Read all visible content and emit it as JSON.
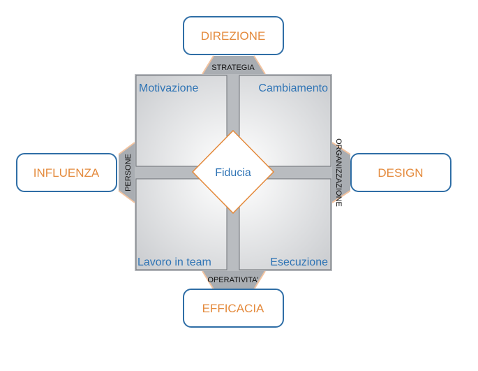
{
  "outer_boxes": {
    "top": "DIREZIONE",
    "left": "INFLUENZA",
    "right": "DESIGN",
    "bottom": "EFFICACIA"
  },
  "connectors": {
    "top": "STRATEGIA",
    "left": "PERSONE",
    "right": "ORGANIZZAZIONE",
    "bottom": "OPERATIVITA'"
  },
  "quadrants": {
    "top_left": "Motivazione",
    "top_right": "Cambiamento",
    "bottom_left": "Lavoro in team",
    "bottom_right": "Esecuzione"
  },
  "center": "Fiducia",
  "colors": {
    "box_border": "#2f6ea6",
    "box_text": "#e48a3c",
    "quad_text": "#2f74b5",
    "connector_fill": "#a9adb2",
    "connector_accent": "#f2c3a0",
    "frame_fill": "#b9bcc0",
    "diamond_border": "#e48a3c"
  }
}
